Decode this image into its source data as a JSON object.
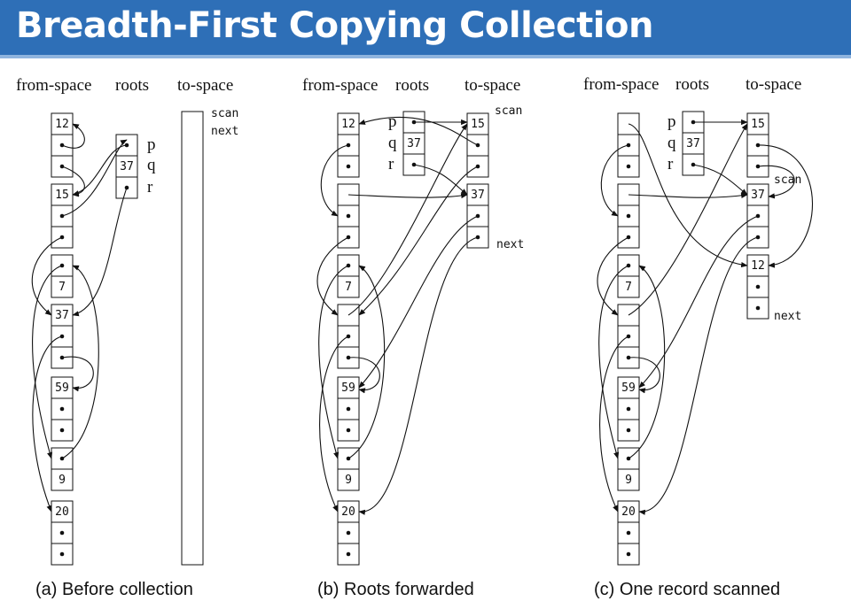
{
  "slide": {
    "title": "Breadth-First Copying Collection",
    "accent_color": "#2e6fb7"
  },
  "panels": [
    {
      "id": "a",
      "caption": "(a) Before collection",
      "headers": {
        "from": "from-space",
        "roots": "roots",
        "to": "to-space"
      },
      "root_labels": [
        "p",
        "q",
        "r"
      ],
      "root_values": [
        "",
        "37",
        ""
      ],
      "from_records": [
        {
          "cells": [
            "12",
            "•",
            "•"
          ]
        },
        {
          "cells": [
            "15",
            "•",
            "•"
          ]
        },
        {
          "cells": [
            "•",
            "7"
          ]
        },
        {
          "cells": [
            "37",
            "•",
            "•"
          ]
        },
        {
          "cells": [
            "59",
            "•",
            "•"
          ]
        },
        {
          "cells": [
            "•",
            "9"
          ]
        },
        {
          "cells": [
            "20",
            "•",
            "•"
          ]
        }
      ],
      "to_records": [],
      "pointer_labels": [
        {
          "text": "scan"
        },
        {
          "text": "next"
        }
      ]
    },
    {
      "id": "b",
      "caption": "(b) Roots forwarded",
      "headers": {
        "from": "from-space",
        "roots": "roots",
        "to": "to-space"
      },
      "root_labels": [
        "p",
        "q",
        "r"
      ],
      "root_values": [
        "",
        "37",
        ""
      ],
      "from_records": [
        {
          "cells": [
            "12",
            "•",
            "•"
          ]
        },
        {
          "cells": [
            "",
            "•",
            "•"
          ]
        },
        {
          "cells": [
            "•",
            "7"
          ]
        },
        {
          "cells": [
            "",
            "•",
            "•"
          ]
        },
        {
          "cells": [
            "59",
            "•",
            "•"
          ]
        },
        {
          "cells": [
            "•",
            "9"
          ]
        },
        {
          "cells": [
            "20",
            "•",
            "•"
          ]
        }
      ],
      "to_records": [
        {
          "cells": [
            "15",
            "•",
            "•"
          ]
        },
        {
          "cells": [
            "37",
            "•",
            "•"
          ]
        }
      ],
      "pointer_labels": [
        {
          "text": "scan"
        },
        {
          "text": "next"
        }
      ]
    },
    {
      "id": "c",
      "caption": "(c) One record scanned",
      "headers": {
        "from": "from-space",
        "roots": "roots",
        "to": "to-space"
      },
      "root_labels": [
        "p",
        "q",
        "r"
      ],
      "root_values": [
        "",
        "37",
        ""
      ],
      "from_records": [
        {
          "cells": [
            "",
            "•",
            "•"
          ]
        },
        {
          "cells": [
            "",
            "•",
            "•"
          ]
        },
        {
          "cells": [
            "•",
            "7"
          ]
        },
        {
          "cells": [
            "",
            "•",
            "•"
          ]
        },
        {
          "cells": [
            "59",
            "•",
            "•"
          ]
        },
        {
          "cells": [
            "•",
            "9"
          ]
        },
        {
          "cells": [
            "20",
            "•",
            "•"
          ]
        }
      ],
      "to_records": [
        {
          "cells": [
            "15",
            "•",
            "•"
          ]
        },
        {
          "cells": [
            "37",
            "•",
            "•"
          ]
        },
        {
          "cells": [
            "12",
            "•",
            "•"
          ]
        }
      ],
      "pointer_labels": [
        {
          "text": "scan"
        },
        {
          "text": "next"
        }
      ]
    }
  ]
}
